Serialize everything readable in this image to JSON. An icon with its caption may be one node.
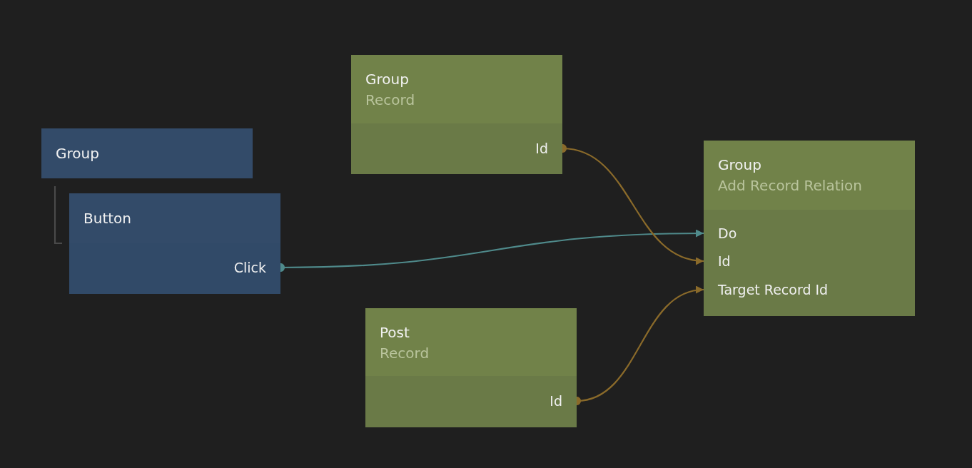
{
  "diagram": {
    "nodes": [
      {
        "text": [
          "Group"
        ]
      },
      {
        "text": [
          "Button"
        ]
      },
      {
        "text": [
          "Click"
        ],
        "in": 1
      },
      {
        "text": [
          "Group",
          "Record"
        ]
      },
      {
        "text": [
          "Id"
        ],
        "in": 3
      },
      {
        "text": [
          "Group",
          "Add Record Relation"
        ]
      },
      {
        "text": [
          "Do"
        ],
        "in": 5
      },
      {
        "text": [
          "Id"
        ],
        "in": 5
      },
      {
        "text": [
          "Target Record Id"
        ],
        "in": 5
      },
      {
        "text": [
          "Post",
          "Record"
        ]
      },
      {
        "text": [
          "Id"
        ],
        "in": 9
      }
    ],
    "edges": [
      {
        "from": 0,
        "to": 1,
        "arrow": "none",
        "color": "#4a4a4a"
      },
      {
        "from": 2,
        "to": 6,
        "arrow": "to",
        "color": "#4f8a8b"
      },
      {
        "from": 4,
        "to": 7,
        "arrow": "to"
      },
      {
        "from": 10,
        "to": 8,
        "arrow": "to"
      }
    ]
  }
}
